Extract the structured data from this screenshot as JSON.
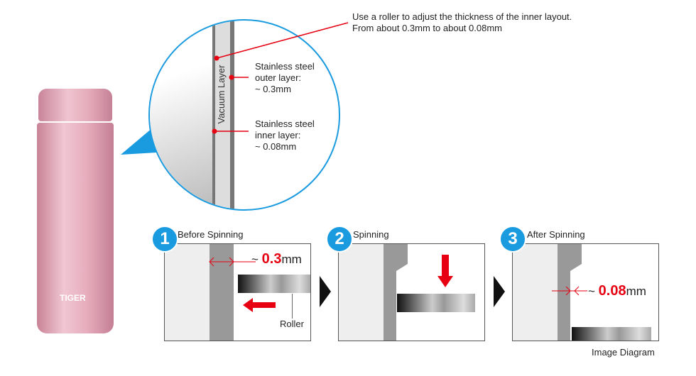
{
  "bottle": {
    "brand": "TIGER"
  },
  "magnify": {
    "vacuum_label": "Vacuum Layer",
    "roller_note": [
      "Use a roller to adjust the thickness of the inner layout.",
      "From about 0.3mm to about 0.08mm"
    ],
    "outer": [
      "Stainless steel",
      "outer layer:",
      "~ 0.3mm"
    ],
    "inner": [
      "Stainless steel",
      "inner layer:",
      "~ 0.08mm"
    ]
  },
  "steps": [
    {
      "num": "1",
      "title": "Before Spinning",
      "measure_prefix": "~ ",
      "measure_value": "0.3",
      "measure_unit": "mm",
      "roller_label": "Roller"
    },
    {
      "num": "2",
      "title": "Spinning"
    },
    {
      "num": "3",
      "title": "After Spinning",
      "measure_prefix": "~ ",
      "measure_value": "0.08",
      "measure_unit": "mm"
    }
  ],
  "caption": "Image Diagram",
  "colors": {
    "accent": "#1a9be0",
    "red": "#e60012",
    "pink": "#e3a7b8"
  }
}
